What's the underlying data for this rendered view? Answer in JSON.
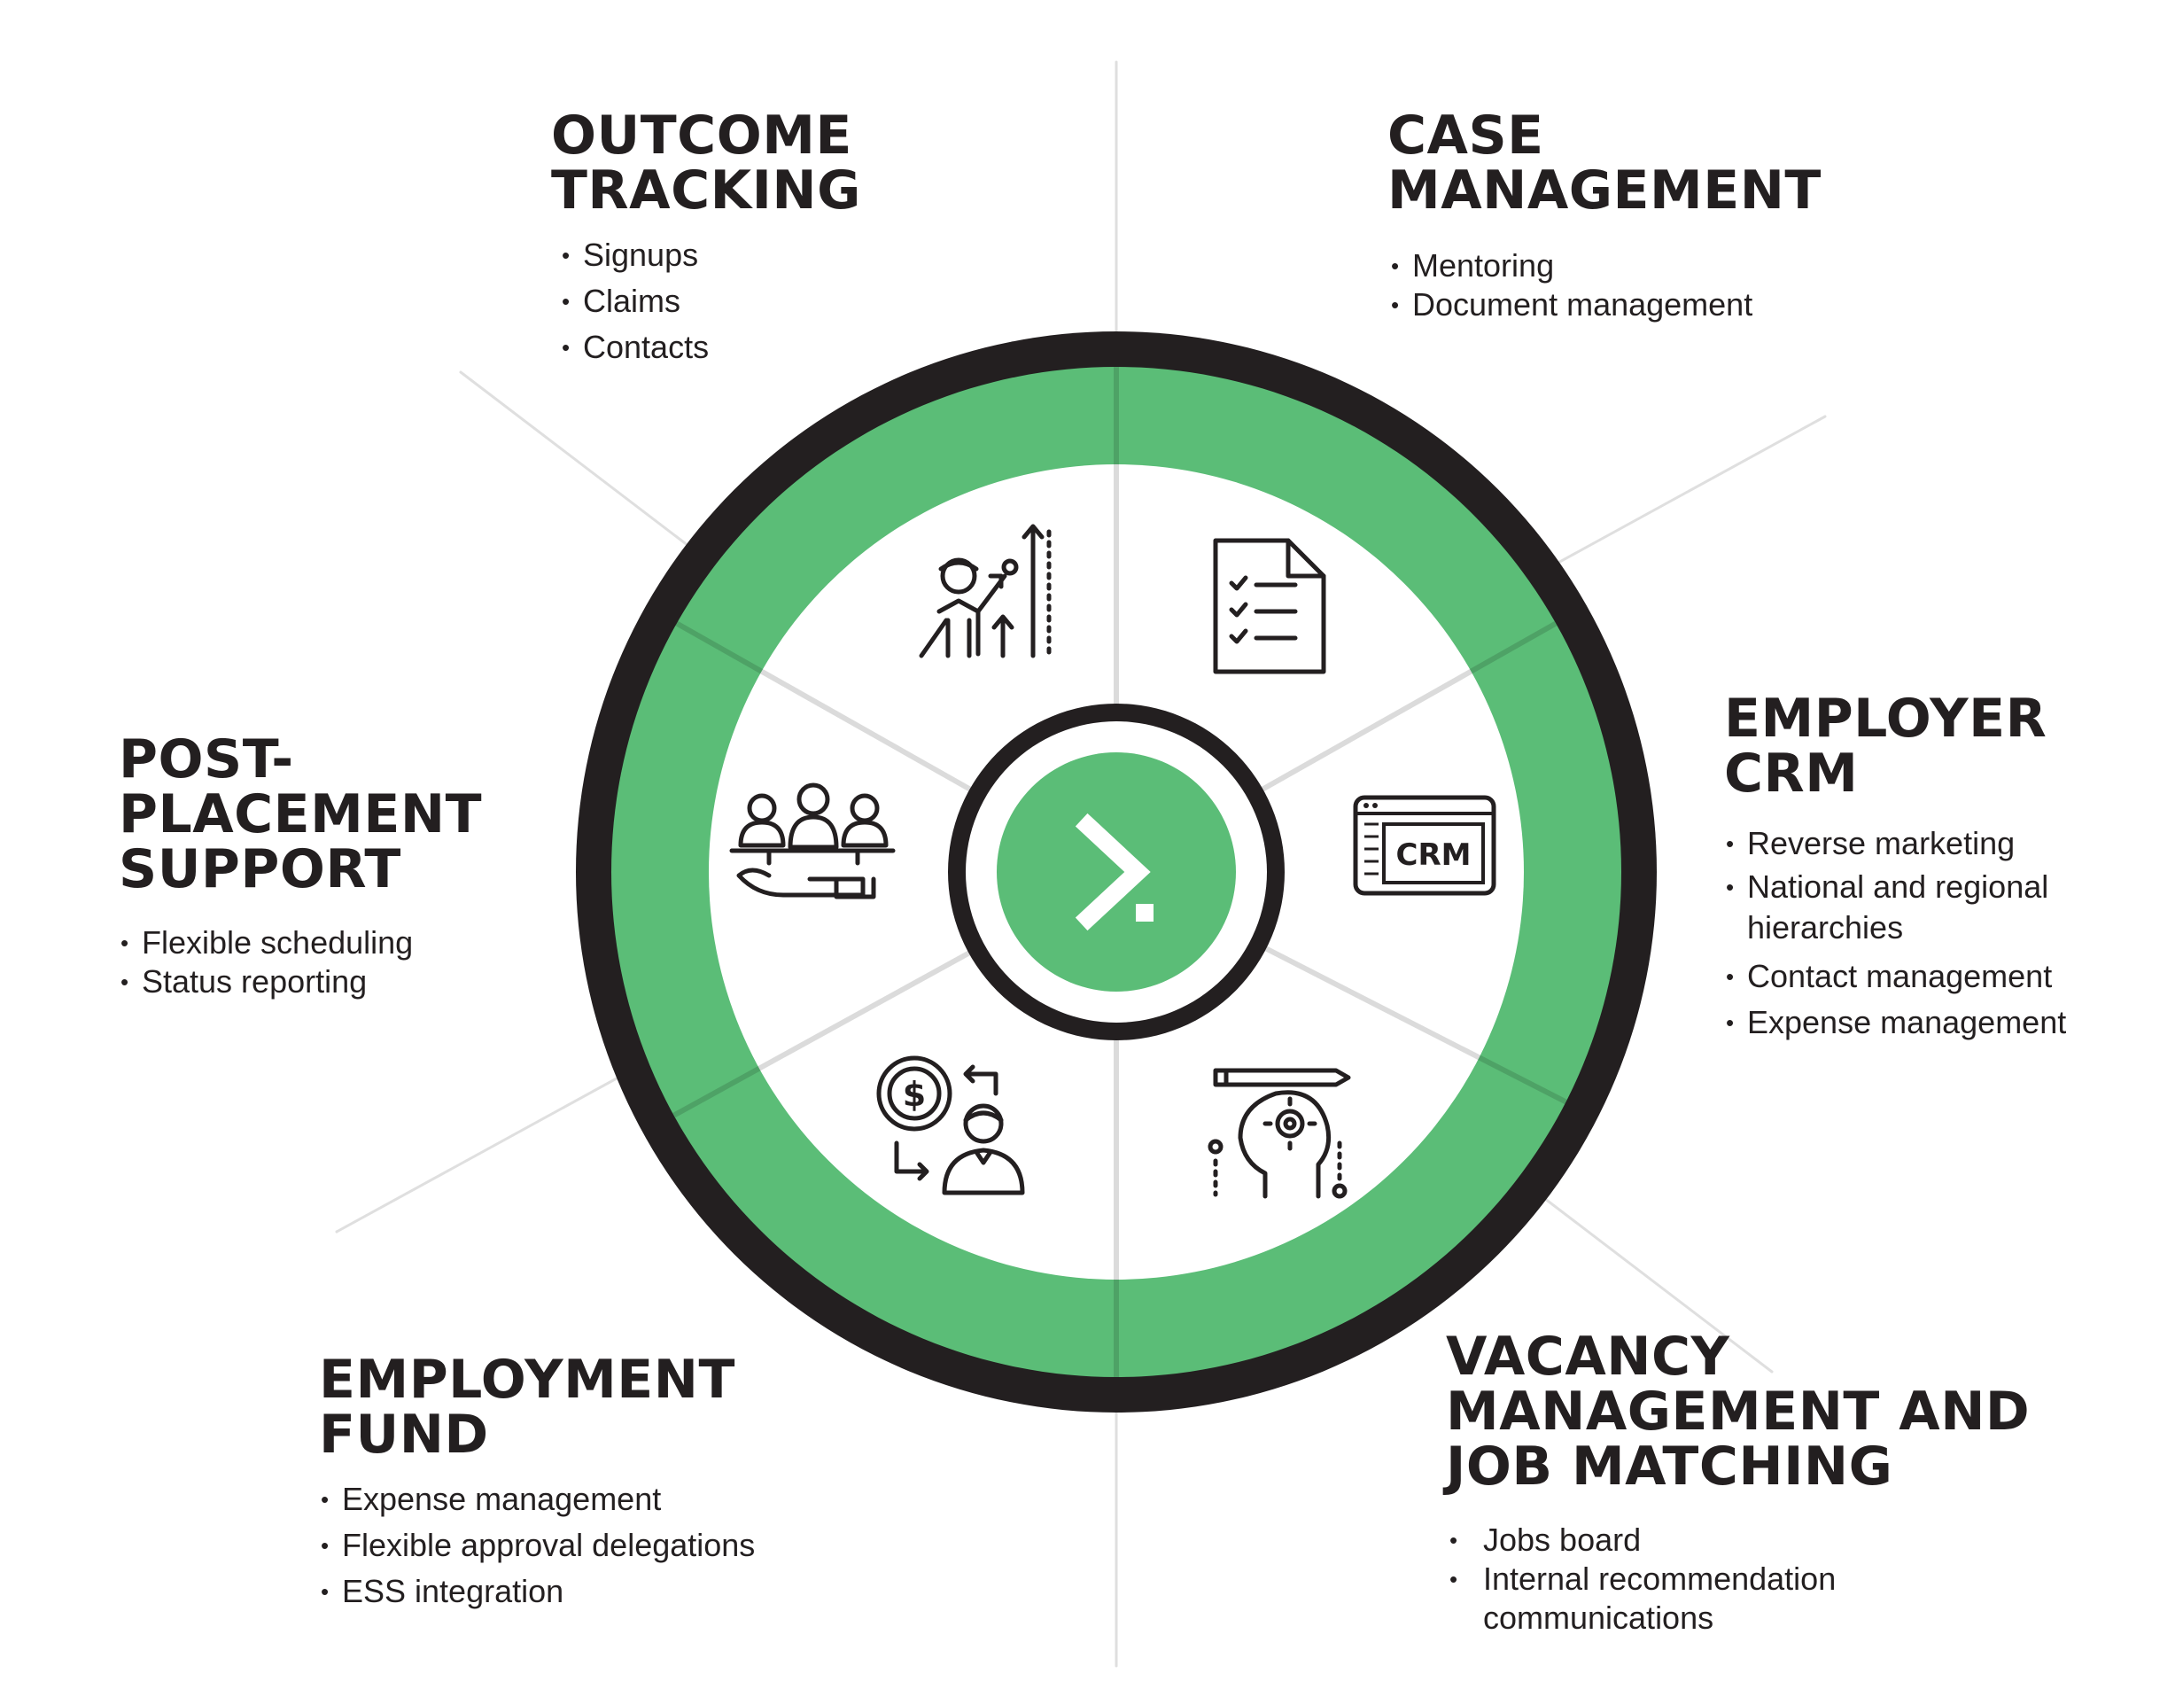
{
  "center": {
    "logo_icon": "chevron-right-with-dot-icon"
  },
  "colors": {
    "accent_green": "#5bbd77",
    "ring_dark": "#231f20",
    "background": "#ffffff"
  },
  "sections": [
    {
      "id": "outcome-tracking",
      "title": "OUTCOME\nTRACKING",
      "icon": "growth-chart-person-icon",
      "items": [
        "Signups",
        "Claims",
        "Contacts"
      ]
    },
    {
      "id": "case-management",
      "title": "CASE\nMANAGEMENT",
      "icon": "checklist-document-icon",
      "items": [
        "Mentoring",
        "Document management"
      ]
    },
    {
      "id": "employer-crm",
      "title": "EMPLOYER\nCRM",
      "icon": "crm-window-icon",
      "icon_text": "CRM",
      "items": [
        "Reverse marketing",
        "National and regional\nhierarchies",
        "Contact management",
        "Expense management"
      ]
    },
    {
      "id": "vacancy-management",
      "title": "VACANCY\nMANAGEMENT AND\nJOB MATCHING",
      "icon": "head-gear-pencil-icon",
      "items": [
        "Jobs board",
        "Internal recommendation\ncommunications"
      ]
    },
    {
      "id": "employment-fund",
      "title": "EMPLOYMENT\nFUND",
      "icon": "dollar-exchange-person-icon",
      "items": [
        "Expense management",
        "Flexible approval delegations",
        "ESS integration"
      ]
    },
    {
      "id": "post-placement-support",
      "title": "POST-\nPLACEMENT\nSUPPORT",
      "icon": "hand-holding-team-icon",
      "items": [
        "Flexible scheduling",
        "Status reporting"
      ]
    }
  ]
}
